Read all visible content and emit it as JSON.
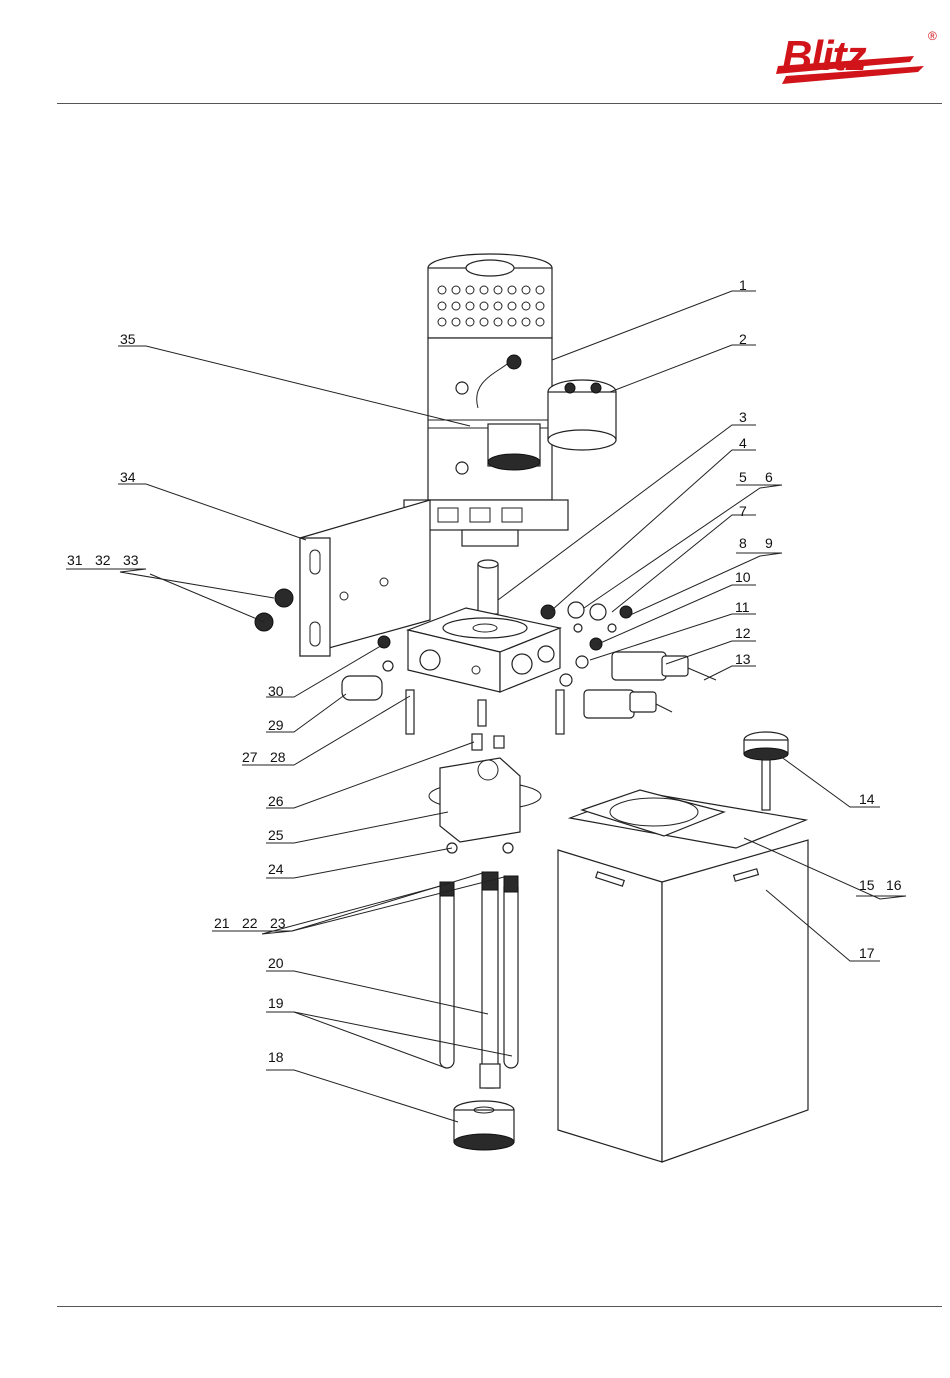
{
  "brand": {
    "name": "Blitz",
    "mark": "®",
    "color": "#d0141a"
  },
  "labels": [
    "1",
    "2",
    "3",
    "4",
    "5",
    "6",
    "7",
    "8",
    "9",
    "10",
    "11",
    "12",
    "13",
    "14",
    "15",
    "16",
    "17",
    "18",
    "19",
    "20",
    "21",
    "22",
    "23",
    "24",
    "25",
    "26",
    "27",
    "28",
    "29",
    "30",
    "31",
    "32",
    "33",
    "34",
    "35"
  ]
}
